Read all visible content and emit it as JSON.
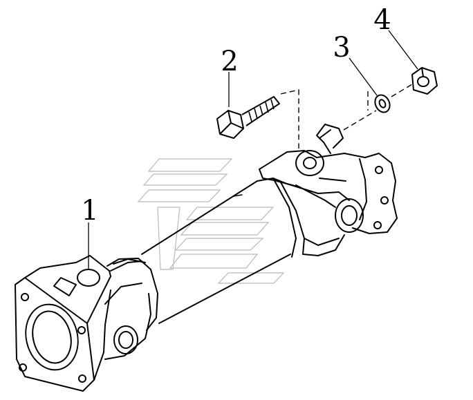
{
  "diagram": {
    "callouts": [
      {
        "id": "1",
        "label": "1"
      },
      {
        "id": "2",
        "label": "2"
      },
      {
        "id": "3",
        "label": "3"
      },
      {
        "id": "4",
        "label": "4"
      }
    ],
    "colors": {
      "ink": "#000000",
      "background": "#ffffff",
      "watermark": "#b8b8b8"
    }
  }
}
